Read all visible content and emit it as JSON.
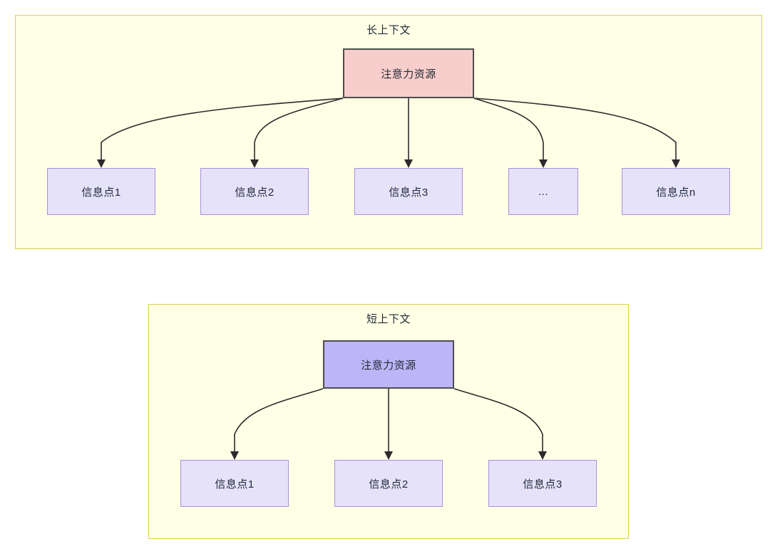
{
  "diagram": {
    "title_long": "长上下文",
    "title_short": "短上下文",
    "colors": {
      "group_background": "#FFFFE6",
      "group_border": "#D6D14A",
      "root_long_fill": "#F8CECC",
      "root_short_fill": "#BCB5F7",
      "root_border": "#4D4D4D",
      "leaf_fill": "#E6E2FA",
      "leaf_border": "#A98EE0",
      "edge_stroke": "#2b2b2b",
      "text": "#1f2933"
    },
    "long_context": {
      "label": "长上下文",
      "root": {
        "label": "注意力资源"
      },
      "leaves": [
        {
          "label": "信息点1"
        },
        {
          "label": "信息点2"
        },
        {
          "label": "信息点3"
        },
        {
          "label": "..."
        },
        {
          "label": "信息点n"
        }
      ]
    },
    "short_context": {
      "label": "短上下文",
      "root": {
        "label": "注意力资源"
      },
      "leaves": [
        {
          "label": "信息点1"
        },
        {
          "label": "信息点2"
        },
        {
          "label": "信息点3"
        }
      ]
    }
  }
}
